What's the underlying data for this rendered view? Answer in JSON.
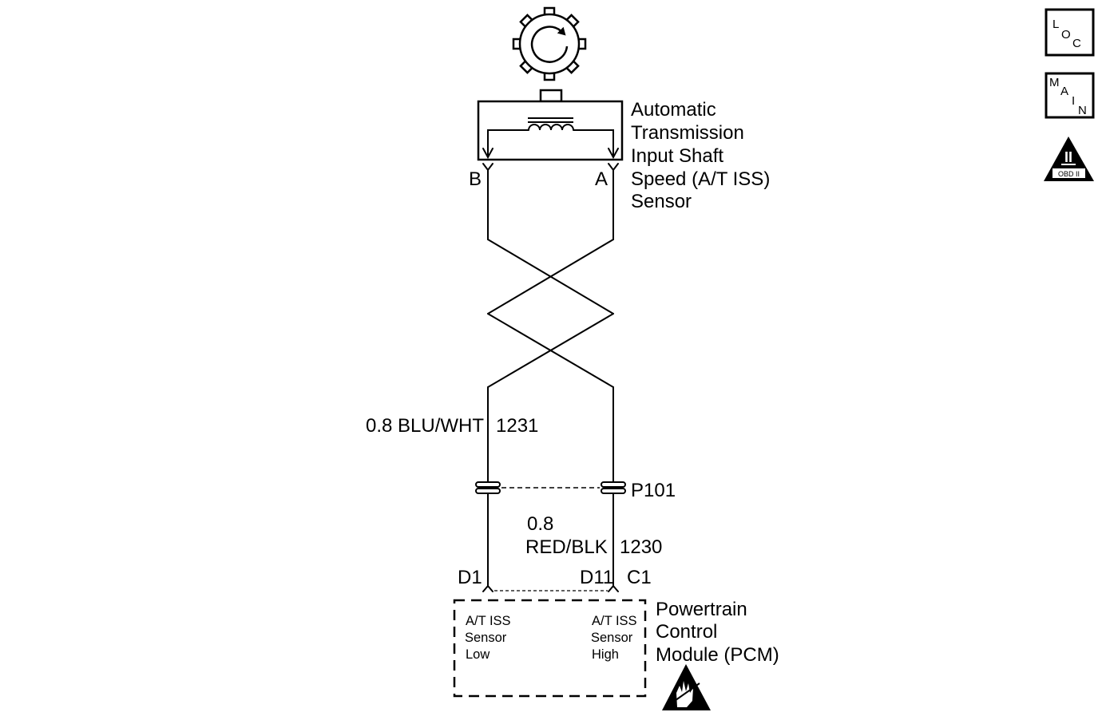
{
  "sensor": {
    "name_lines": [
      "Automatic",
      "Transmission",
      "Input Shaft",
      "Speed (A/T ISS)",
      "Sensor"
    ],
    "terminal_b": "B",
    "terminal_a": "A"
  },
  "circuits": {
    "low": {
      "wire": "0.8 BLU/WHT",
      "number": "1231"
    },
    "high": {
      "size": "0.8",
      "color": "RED/BLK",
      "number": "1230"
    }
  },
  "inline_connector": "P101",
  "pcm": {
    "pin_low": "D1",
    "pin_high": "D11",
    "connector": "C1",
    "input_low_lines": [
      "A/T ISS",
      "Sensor",
      "Low"
    ],
    "input_high_lines": [
      "A/T ISS",
      "Sensor",
      "High"
    ],
    "name_lines": [
      "Powertrain",
      "Control",
      "Module (PCM)"
    ]
  },
  "nav_icons": {
    "loc_letters": [
      "L",
      "O",
      "C"
    ],
    "main_letters": [
      "M",
      "A",
      "I",
      "N"
    ],
    "obd_mark": "II",
    "obd_label": "OBD II"
  },
  "icons": [
    "reluctor-wheel-icon",
    "rotation-arrow-icon",
    "esd-sensitive-icon",
    "location-icon",
    "main-icon",
    "obd-ii-icon"
  ]
}
